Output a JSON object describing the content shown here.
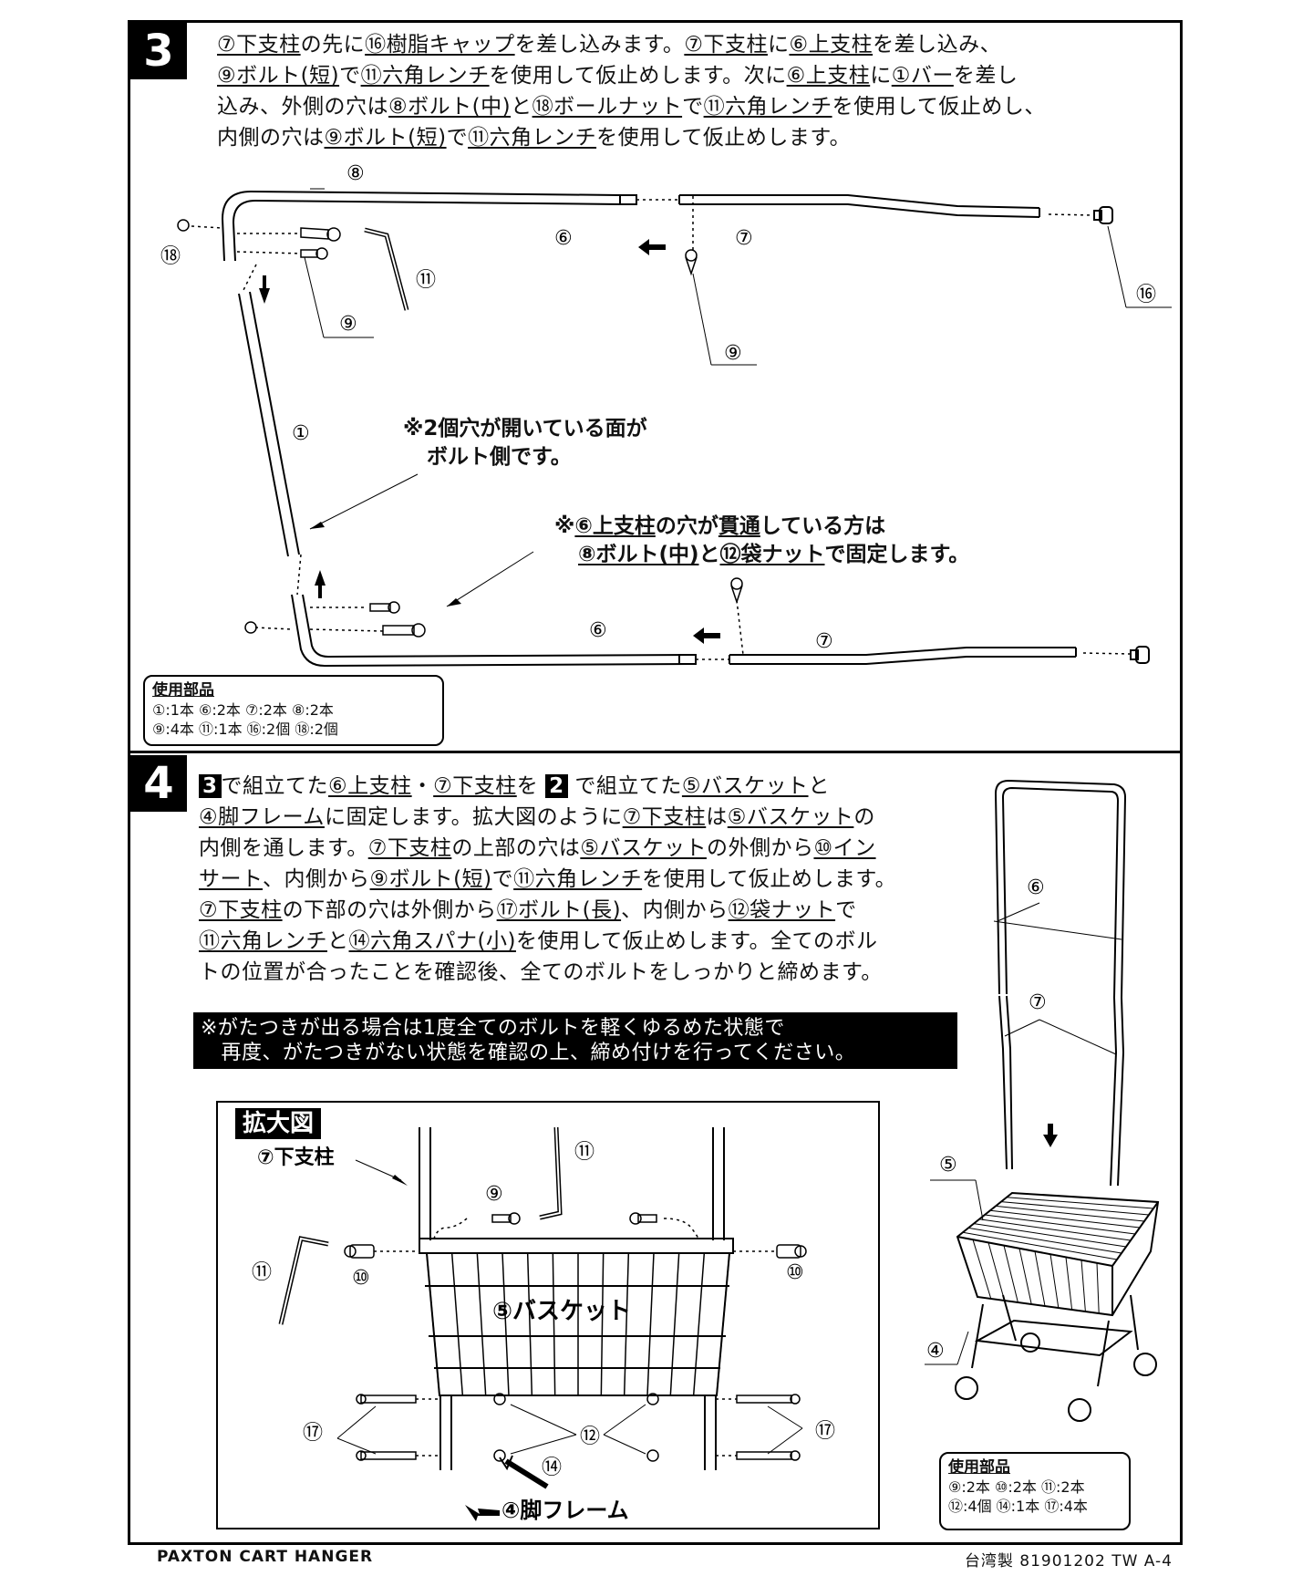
{
  "footer": {
    "left": "PAXTON  CART  HANGER",
    "right": "台湾製  81901202 TW A-4"
  },
  "step3": {
    "number": "3",
    "instructions": {
      "l1a": "⑦下支柱",
      "l1b": "の先に",
      "l1c": "⑯樹脂キャップ",
      "l1d": "を差し込みます。",
      "l1e": "⑦下支柱",
      "l1f": "に",
      "l1g": "⑥上支柱",
      "l1h": "を差し込み、",
      "l2a": "⑨ボルト(短)",
      "l2b": "で",
      "l2c": "⑪六角レンチ",
      "l2d": "を使用して仮止めします。次に",
      "l2e": "⑥上支柱",
      "l2f": "に",
      "l2g": "①バー",
      "l2h": "を差し",
      "l3a": "込み、外側の穴は",
      "l3b": "⑧ボルト(中)",
      "l3c": "と",
      "l3d": "⑱ボールナット",
      "l3e": "で",
      "l3f": "⑪六角レンチ",
      "l3g": "を使用して仮止めし、",
      "l4a": "内側の穴は",
      "l4b": "⑨ボルト(短)",
      "l4c": "で",
      "l4d": "⑪六角レンチ",
      "l4e": "を使用して仮止めします。"
    },
    "note1": [
      "※2個穴が開いている面が",
      "ボルト側です。"
    ],
    "note2": {
      "l1a": "※",
      "l1b": "⑥上支柱",
      "l1c": "の穴が",
      "l1d": "貫通",
      "l1e": "している方は",
      "l2a": "⑧ボルト(中)",
      "l2b": "と",
      "l2c": "⑫袋ナット",
      "l2d": "で固定します。"
    },
    "labels": {
      "p8": "⑧",
      "p18": "⑱",
      "p9a": "⑨",
      "p11": "⑪",
      "p6a": "⑥",
      "p7a": "⑦",
      "p9b": "⑨",
      "p16": "⑯",
      "p1": "①",
      "p6b": "⑥",
      "p7b": "⑦"
    },
    "parts": {
      "title": "使用部品",
      "line1": "①:1本 ⑥:2本 ⑦:2本 ⑧:2本",
      "line2": "⑨:4本 ⑪:1本 ⑯:2個 ⑱:2個"
    }
  },
  "step4": {
    "number": "4",
    "instructions": {
      "l1a": "3",
      "l1b": "で組立てた",
      "l1c": "⑥上支柱",
      "l1d": "・",
      "l1e": "⑦下支柱",
      "l1f": "を",
      "l1g": "2",
      "l1h": "で組立てた",
      "l1i": "⑤バスケット",
      "l1j": "と",
      "l2a": "④脚フレーム",
      "l2b": "に固定します。拡大図のように",
      "l2c": "⑦下支柱",
      "l2d": "は",
      "l2e": "⑤バスケット",
      "l2f": "の",
      "l3a": "内側を通します。",
      "l3b": "⑦下支柱",
      "l3c": "の上部の穴は",
      "l3d": "⑤バスケット",
      "l3e": "の外側から",
      "l3f": "⑩イン",
      "l4a": "サート",
      "l4b": "、内側から",
      "l4c": "⑨ボルト(短)",
      "l4d": "で",
      "l4e": "⑪六角レンチ",
      "l4f": "を使用して仮止めします。",
      "l5a": "⑦下支柱",
      "l5b": "の下部の穴は外側から",
      "l5c": "⑰ボルト(長)",
      "l5d": "、内側から",
      "l5e": "⑫袋ナット",
      "l5f": "で",
      "l6a": "⑪六角レンチ",
      "l6b": "と",
      "l6c": "⑭六角スパナ(小)",
      "l6d": "を使用して仮止めします。全てのボル",
      "l7a": "トの位置が合ったことを確認後、全てのボルトをしっかりと締めます。"
    },
    "warning": [
      "※がたつきが出る場合は1度全てのボルトを軽くゆるめた状態で",
      "　再度、がたつきがない状態を確認の上、締め付けを行ってください。"
    ],
    "zoom": {
      "title": "拡大図",
      "lower_post": "⑦下支柱",
      "basket": "⑤バスケット",
      "leg_frame": "④脚フレーム",
      "p11a": "⑪",
      "p9": "⑨",
      "p11b": "⑪",
      "p10a": "⑩",
      "p10b": "⑩",
      "p17a": "⑰",
      "p12": "⑫",
      "p17b": "⑰",
      "p14": "⑭"
    },
    "assembly": {
      "p6": "⑥",
      "p7": "⑦",
      "p5": "⑤",
      "p4": "④"
    },
    "parts": {
      "title": "使用部品",
      "line1": "⑨:2本 ⑩:2本 ⑪:2本",
      "line2": "⑫:4個 ⑭:1本 ⑰:4本"
    }
  }
}
